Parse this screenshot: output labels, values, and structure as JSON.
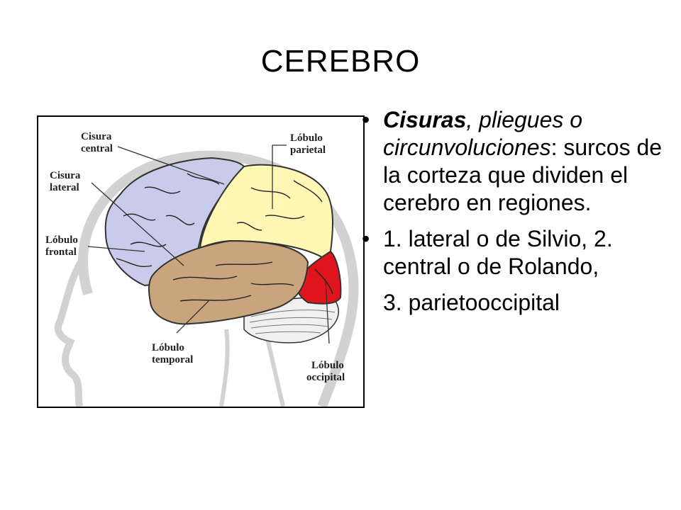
{
  "slide": {
    "title": "CEREBRO"
  },
  "figure": {
    "labels": {
      "cisura_central_1": "Cisura",
      "cisura_central_2": "central",
      "cisura_lateral_1": "Cisura",
      "cisura_lateral_2": "lateral",
      "lobulo_frontal_1": "Lóbulo",
      "lobulo_frontal_2": "frontal",
      "lobulo_parietal_1": "Lóbulo",
      "lobulo_parietal_2": "parietal",
      "lobulo_temporal_1": "Lóbulo",
      "lobulo_temporal_2": "temporal",
      "lobulo_occipital_1": "Lóbulo",
      "lobulo_occipital_2": "occipital"
    },
    "colors": {
      "frontal": "#c9cbea",
      "parietal": "#fff7b3",
      "temporal": "#c8a57d",
      "occipital": "#e0141c",
      "cerebellum": "#f0f0f0",
      "head_outline": "#d2d2d2"
    }
  },
  "bullets": {
    "b1_bold": "Cisuras",
    "b1_italic": ", pliegues o circunvoluciones",
    "b1_rest": ": surcos de la corteza que dividen el cerebro en regiones.",
    "b2_line": "1. lateral o de Silvio, 2. central o de Rolando,",
    "b3_line": "3. parietooccipital",
    "bullet_char": "•"
  }
}
